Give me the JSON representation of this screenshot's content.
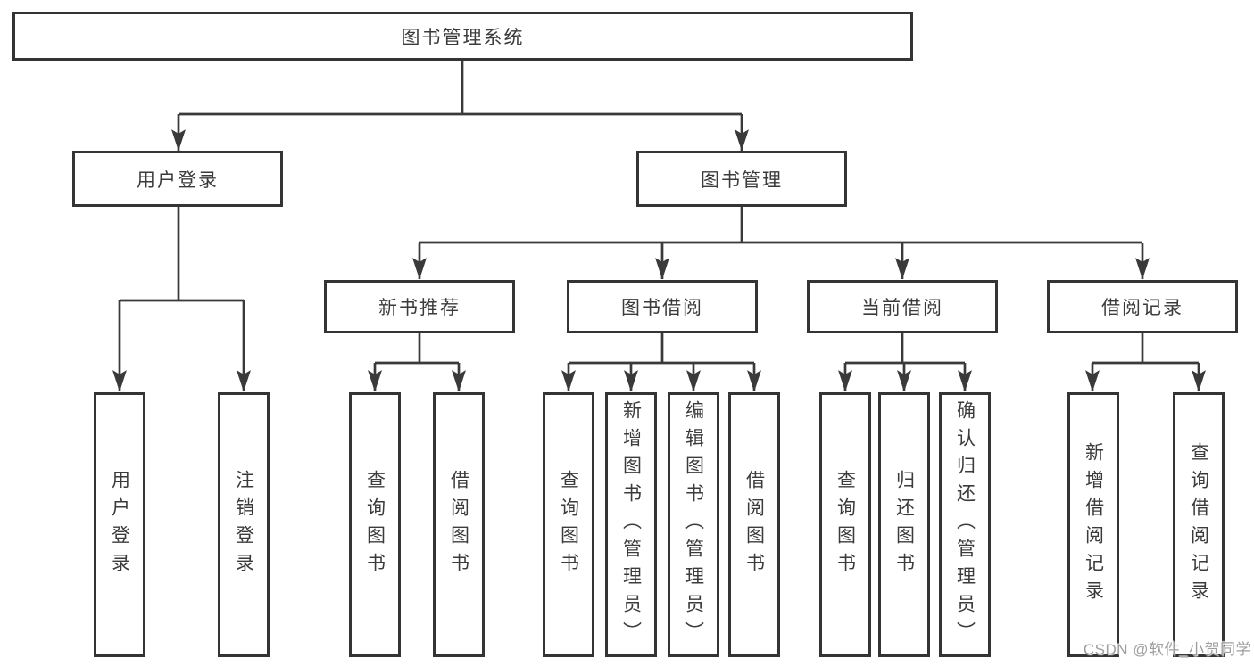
{
  "diagram": {
    "root": {
      "label": "图书管理系统"
    },
    "user_login": {
      "label": "用户登录",
      "children": [
        {
          "label": "用户登录"
        },
        {
          "label": "注销登录"
        }
      ]
    },
    "book_management": {
      "label": "图书管理",
      "modules": [
        {
          "label": "新书推荐",
          "children": [
            {
              "label": "查询图书"
            },
            {
              "label": "借阅图书"
            }
          ]
        },
        {
          "label": "图书借阅",
          "children": [
            {
              "label": "查询图书"
            },
            {
              "label": "新增图书（管理员）"
            },
            {
              "label": "编辑图书（管理员）"
            },
            {
              "label": "借阅图书"
            }
          ]
        },
        {
          "label": "当前借阅",
          "children": [
            {
              "label": "查询图书"
            },
            {
              "label": "归还图书"
            },
            {
              "label": "确认归还（管理员）"
            }
          ]
        },
        {
          "label": "借阅记录",
          "children": [
            {
              "label": "新增借阅记录"
            },
            {
              "label": "查询借阅记录"
            }
          ]
        }
      ]
    }
  },
  "watermark": {
    "label": "CSDN @软件_小贺同学"
  },
  "colors": {
    "line": "#3a3a3a",
    "box_border": "#343434",
    "text": "#3b3b3b",
    "watermark": "#9e9e9e",
    "background": "#ffffff"
  }
}
